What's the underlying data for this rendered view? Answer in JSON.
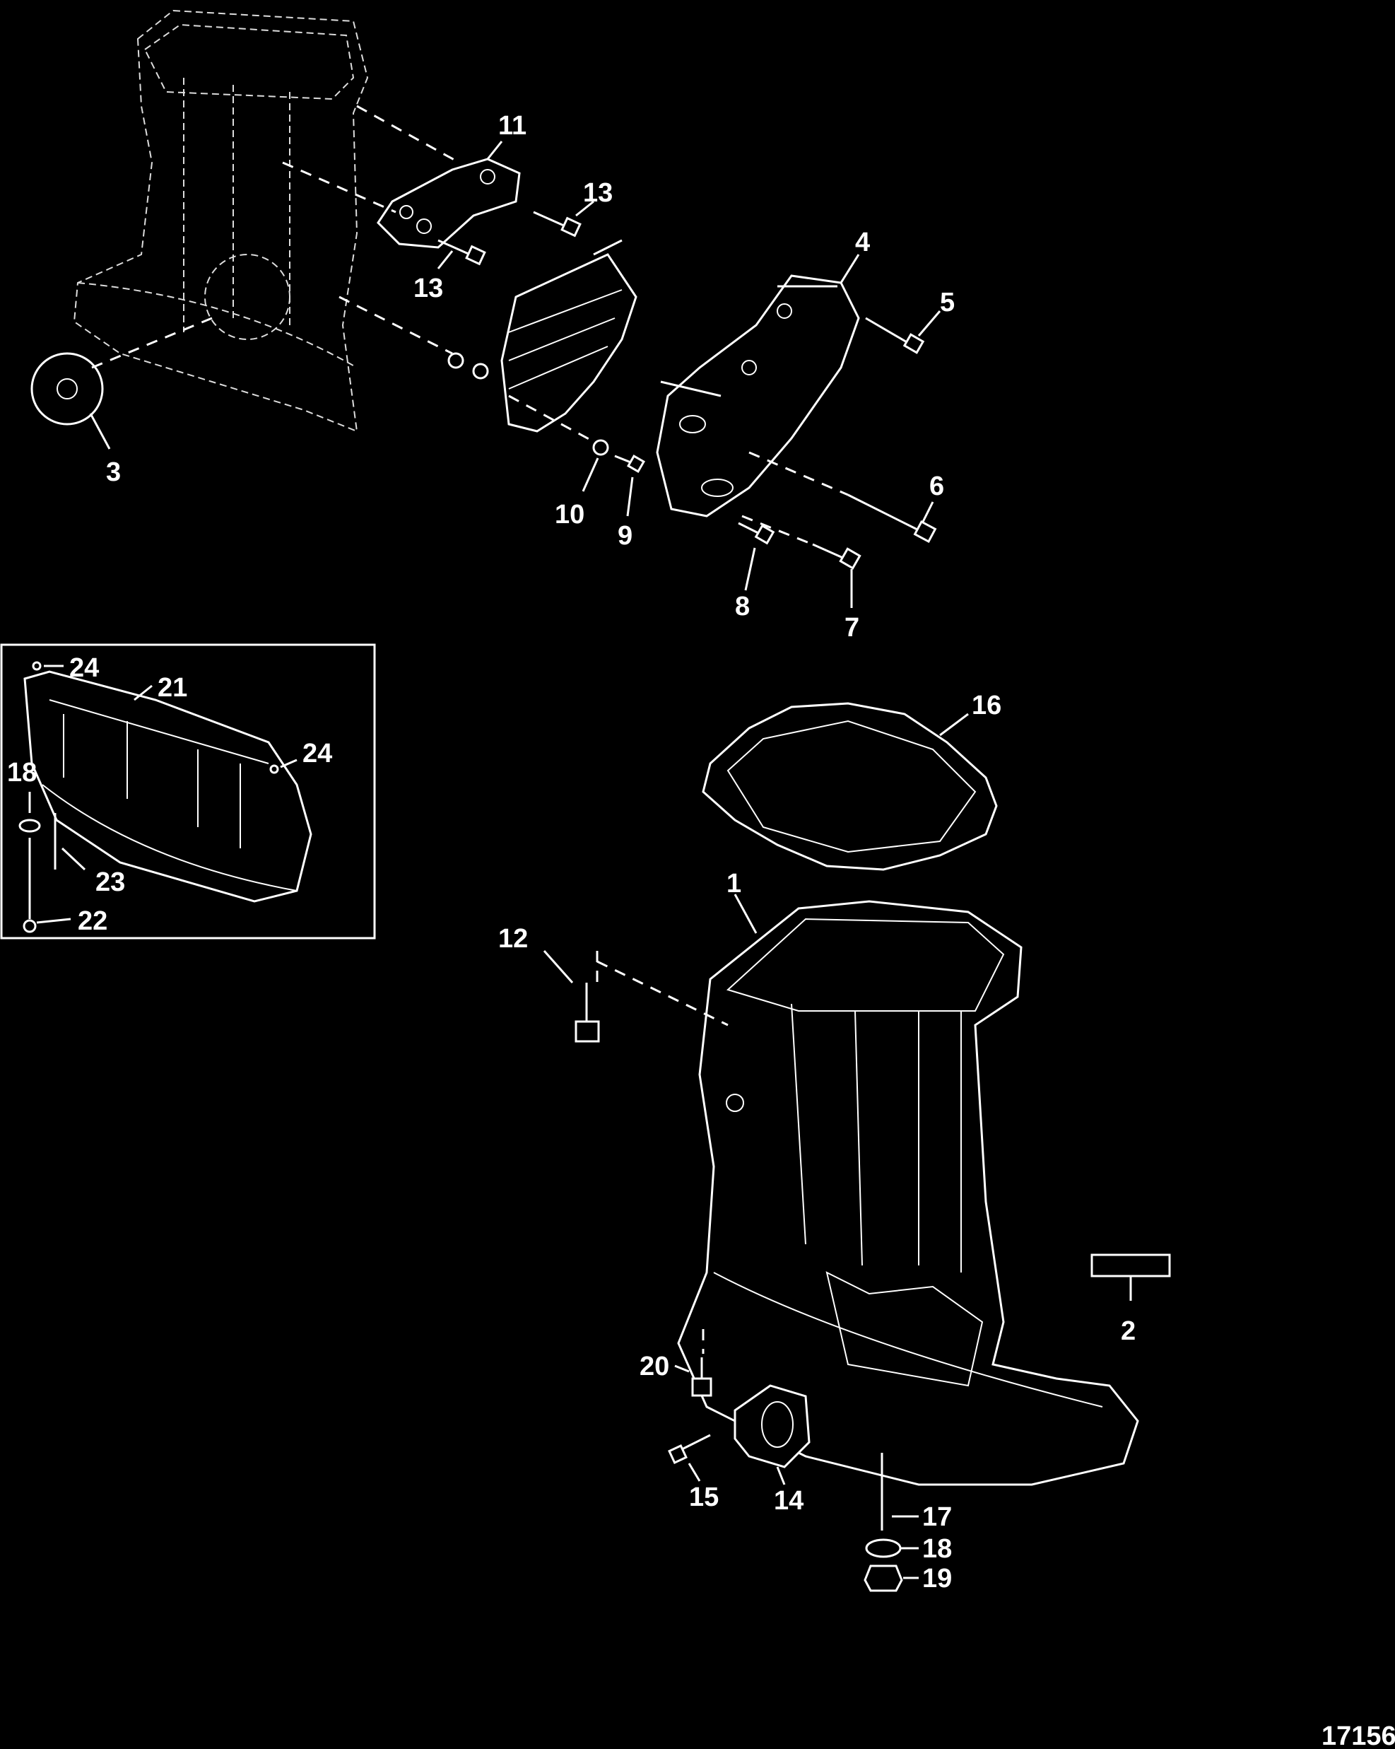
{
  "callouts": {
    "c1": "1",
    "c2": "2",
    "c3": "3",
    "c4": "4",
    "c5": "5",
    "c6": "6",
    "c7": "7",
    "c8": "8",
    "c9": "9",
    "c10": "10",
    "c11": "11",
    "c12": "12",
    "c13a": "13",
    "c13b": "13",
    "c14": "14",
    "c15": "15",
    "c16": "16",
    "c17": "17",
    "c18a": "18",
    "c18b": "18",
    "c19": "19",
    "c20": "20",
    "c21": "21",
    "c22": "22",
    "c23": "23",
    "c24a": "24",
    "c24b": "24"
  },
  "figure_id": "17156"
}
